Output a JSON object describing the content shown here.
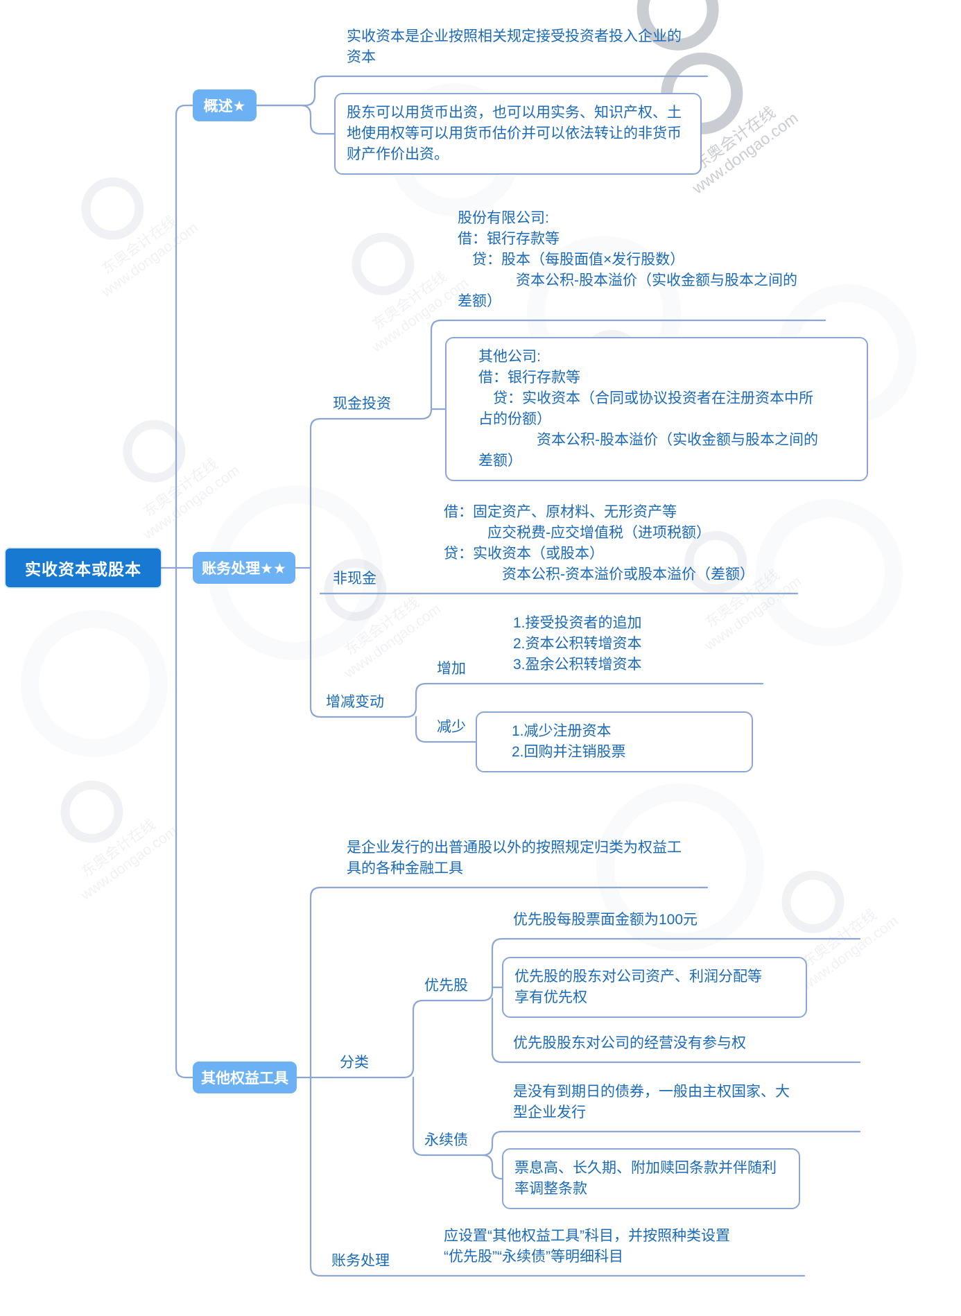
{
  "watermark": {
    "brand": "东奥会计在线",
    "url": "www.dongao.com"
  },
  "colors": {
    "root_fill": "#1879d2",
    "branch_fill": "#6cb1f3",
    "connector": "#8aa5d6",
    "text": "#1a6ab8"
  },
  "root": {
    "label": "实收资本或股本"
  },
  "overview": {
    "label": "概述★",
    "note_definition": "实收资本是企业按照相关规定接受投资者投入企业的\n资本",
    "note_contribution": "股东可以用货币出资，也可以用实务、知识产权、土\n地使用权等可以用货币估价并可以依法转让的非货币\n财产作价出资。"
  },
  "accounting": {
    "label": "账务处理★★",
    "cash": {
      "label": "现金投资",
      "note_joint_stock": "股份有限公司:\n借：银行存款等\n　贷：股本（每股面值×发行股数）\n　　　　资本公积-股本溢价（实收金额与股本之间的\n差额）",
      "note_other_company": "其他公司:\n借：银行存款等\n　贷：实收资本（合同或协议投资者在注册资本中所\n占的份额）\n　　　　资本公积-股本溢价（实收金额与股本之间的\n差额）"
    },
    "noncash": {
      "label": "非现金",
      "note": "借：固定资产、原材料、无形资产等\n　　　应交税费-应交增值税（进项税额）\n贷：实收资本（或股本）\n　　　　资本公积-资本溢价或股本溢价（差额）"
    },
    "changes": {
      "label": "增减变动",
      "increase": {
        "label": "增加",
        "note": "1.接受投资者的追加\n2.资本公积转增资本\n3.盈余公积转增资本"
      },
      "decrease": {
        "label": "减少",
        "note": "1.减少注册资本\n2.回购并注销股票"
      }
    }
  },
  "other_equity": {
    "label": "其他权益工具",
    "description": "是企业发行的出普通股以外的按照规定归类为权益工\n具的各种金融工具",
    "classification": {
      "label": "分类",
      "preferred": {
        "label": "优先股",
        "note_par_value": "优先股每股票面金额为100元",
        "note_priority": "优先股的股东对公司资产、利润分配等\n享有优先权",
        "note_no_participation": "优先股股东对公司的经营没有参与权"
      },
      "perpetual": {
        "label": "永续债",
        "note_definition": "是没有到期日的债券，一般由主权国家、大\n型企业发行",
        "note_features": "票息高、长久期、附加赎回条款并伴随利\n率调整条款"
      }
    },
    "treatment": {
      "label": "账务处理",
      "note": "应设置“其他权益工具”科目，并按照种类设置\n“优先股”“永续债”等明细科目"
    }
  }
}
